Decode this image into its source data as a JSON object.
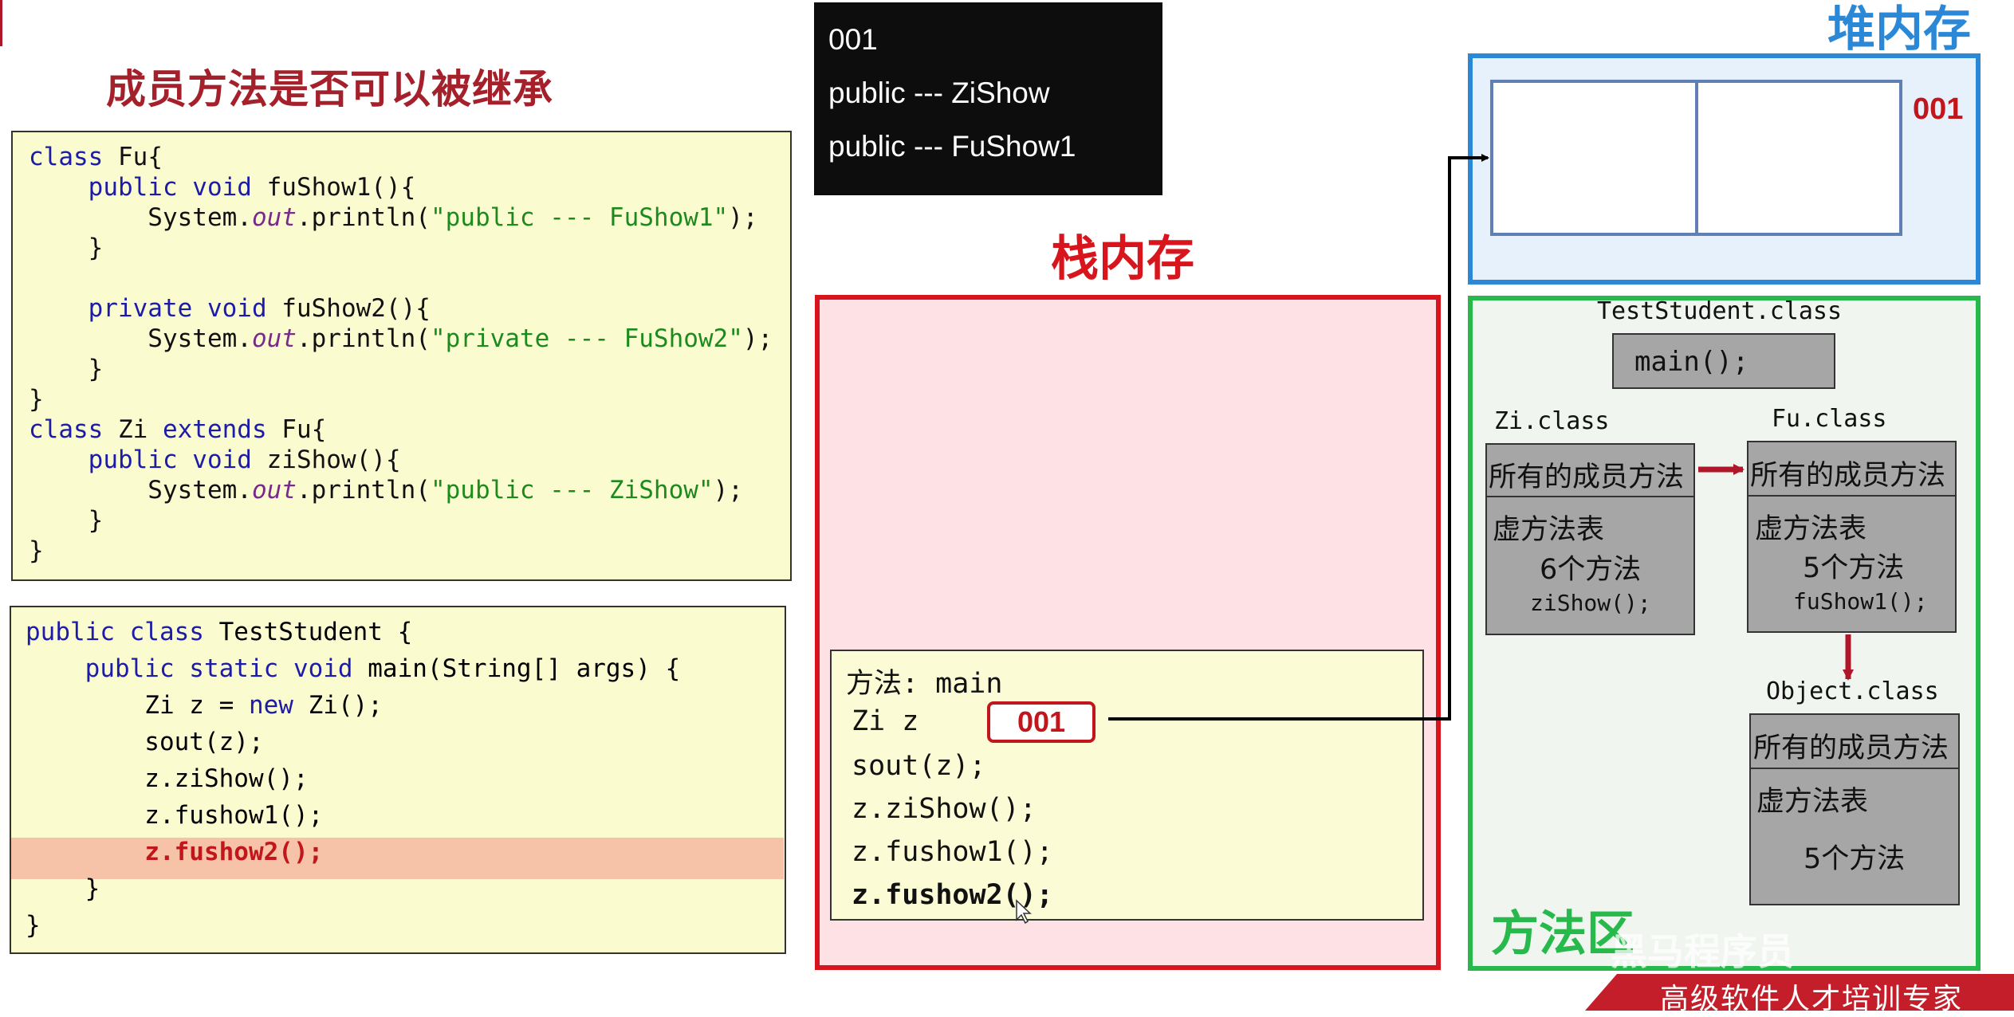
{
  "title": "成员方法是否可以被继承",
  "code_top": [
    "class Fu{",
    "    public void fuShow1(){",
    "        System.out.println(\"public --- FuShow1\");",
    "    }",
    "",
    "    private void fuShow2(){",
    "        System.out.println(\"private --- FuShow2\");",
    "    }",
    "}",
    "class Zi extends Fu{",
    "    public void ziShow(){",
    "        System.out.println(\"public --- ZiShow\");",
    "    }",
    "}"
  ],
  "code_bottom": [
    "public class TestStudent {",
    "    public static void main(String[] args) {",
    "        Zi z = new Zi();",
    "        sout(z);",
    "        z.ziShow();",
    "        z.fushow1();",
    "        z.fushow2();",
    "    }",
    "}"
  ],
  "console_lines": [
    "001",
    "public --- ZiShow",
    "public --- FuShow1"
  ],
  "stack_label": "栈内存",
  "heap_label": "堆内存",
  "method_area_label": "方法区",
  "heap_address": "001",
  "stack_frame": {
    "method": "方法: main",
    "var": "Zi z",
    "address": "001",
    "lines": [
      "sout(z);",
      "z.ziShow();",
      "z.fushow1();",
      "z.fushow2();"
    ]
  },
  "method_area": {
    "test_class": "TestStudent.class",
    "main": "main();",
    "zi_class": "Zi.class",
    "fu_class": "Fu.class",
    "object_class": "Object.class",
    "all_methods": "所有的成员方法",
    "vtable": "虚方法表",
    "zi_count": "6个方法",
    "zi_method": "ziShow();",
    "fu_count": "5个方法",
    "fu_method": "fuShow1();",
    "object_count": "5个方法"
  },
  "watermark": "黑马程序员",
  "banner": "高级软件人才培训专家",
  "colors": {
    "stack_border": "#d8141c",
    "heap_border": "#2a88d6",
    "method_border": "#27b94c",
    "title": "#a4212b"
  }
}
